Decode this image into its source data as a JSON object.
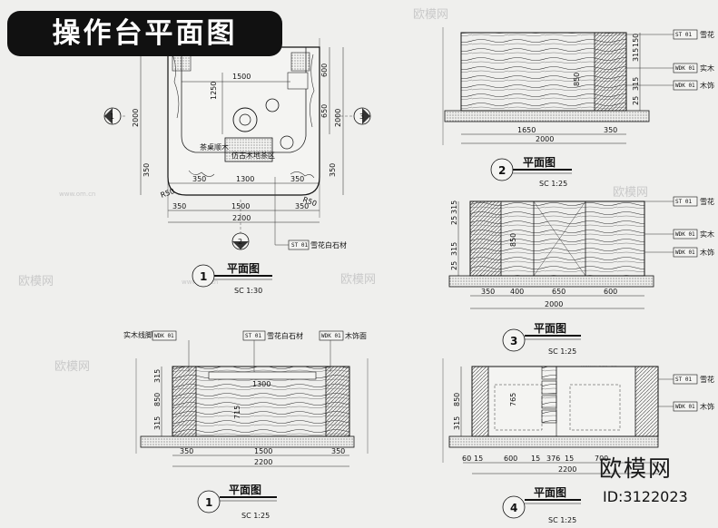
{
  "title": "操作台平面图",
  "brand": {
    "name": "欧模网",
    "id_text": "ID:3122023"
  },
  "watermark": {
    "text": "欧模网",
    "url": "www.om.cn"
  },
  "view1": {
    "dims_top": [
      "1500",
      "1250",
      "600",
      "650"
    ],
    "dims_left": [
      "2000",
      "350"
    ],
    "dims_right": [
      "2000",
      "350"
    ],
    "dims_bottom": [
      "350",
      "1300",
      "350",
      "R50",
      "R50",
      "350",
      "1500",
      "350",
      "2200"
    ],
    "center_text": "茶桌顺木",
    "center_text2": "仿古木地茶区",
    "callouts": [
      "1",
      "3",
      "2"
    ],
    "tag": {
      "code": "ST 01",
      "text": "雪花白石材"
    },
    "caption": {
      "number": "1",
      "label": "平面图",
      "scale": "SC    1:30"
    }
  },
  "view2": {
    "dims_bottom": [
      "1650",
      "350",
      "2000"
    ],
    "dims_right": [
      "150",
      "315",
      "850",
      "315",
      "25"
    ],
    "tags": [
      {
        "code": "ST 01",
        "text": "雪花"
      },
      {
        "code": "WDK 01",
        "text": "实木"
      },
      {
        "code": "WDK 01",
        "text": "木饰"
      }
    ],
    "caption": {
      "number": "2",
      "label": "平面图",
      "scale": "SC    1:25"
    }
  },
  "view3": {
    "dims_bottom": [
      "350",
      "400",
      "650",
      "600",
      "2000"
    ],
    "dims_left": [
      "315",
      "25",
      "850",
      "315",
      "25"
    ],
    "tags": [
      {
        "code": "ST 01",
        "text": "雪花"
      },
      {
        "code": "WDK 01",
        "text": "实木"
      },
      {
        "code": "WDK 01",
        "text": "木饰"
      }
    ],
    "caption": {
      "number": "3",
      "label": "平面图",
      "scale": "SC    1:25"
    }
  },
  "view4": {
    "labels_top": [
      {
        "code": "WDK 01",
        "text": "实木线脚"
      },
      {
        "code": "ST 01",
        "text": "雪花白石材"
      },
      {
        "code": "WDK 01",
        "text": "木饰面"
      }
    ],
    "dims_bottom": [
      "350",
      "1500",
      "350",
      "2200"
    ],
    "dims_left": [
      "315",
      "850",
      "315"
    ],
    "inner": [
      "1300",
      "715"
    ],
    "caption": {
      "number": "1",
      "label": "平面图",
      "scale": "SC    1:25"
    }
  },
  "view5": {
    "dims_bottom": [
      "60",
      "15",
      "600",
      "15",
      "376",
      "15",
      "700",
      "2200"
    ],
    "dims_left": [
      "850",
      "315",
      "765"
    ],
    "tags": [
      {
        "code": "ST 01",
        "text": "雪花"
      },
      {
        "code": "WDK 01",
        "text": "木饰"
      }
    ],
    "caption": {
      "number": "4",
      "label": "平面图",
      "scale": "SC    1:25"
    }
  }
}
